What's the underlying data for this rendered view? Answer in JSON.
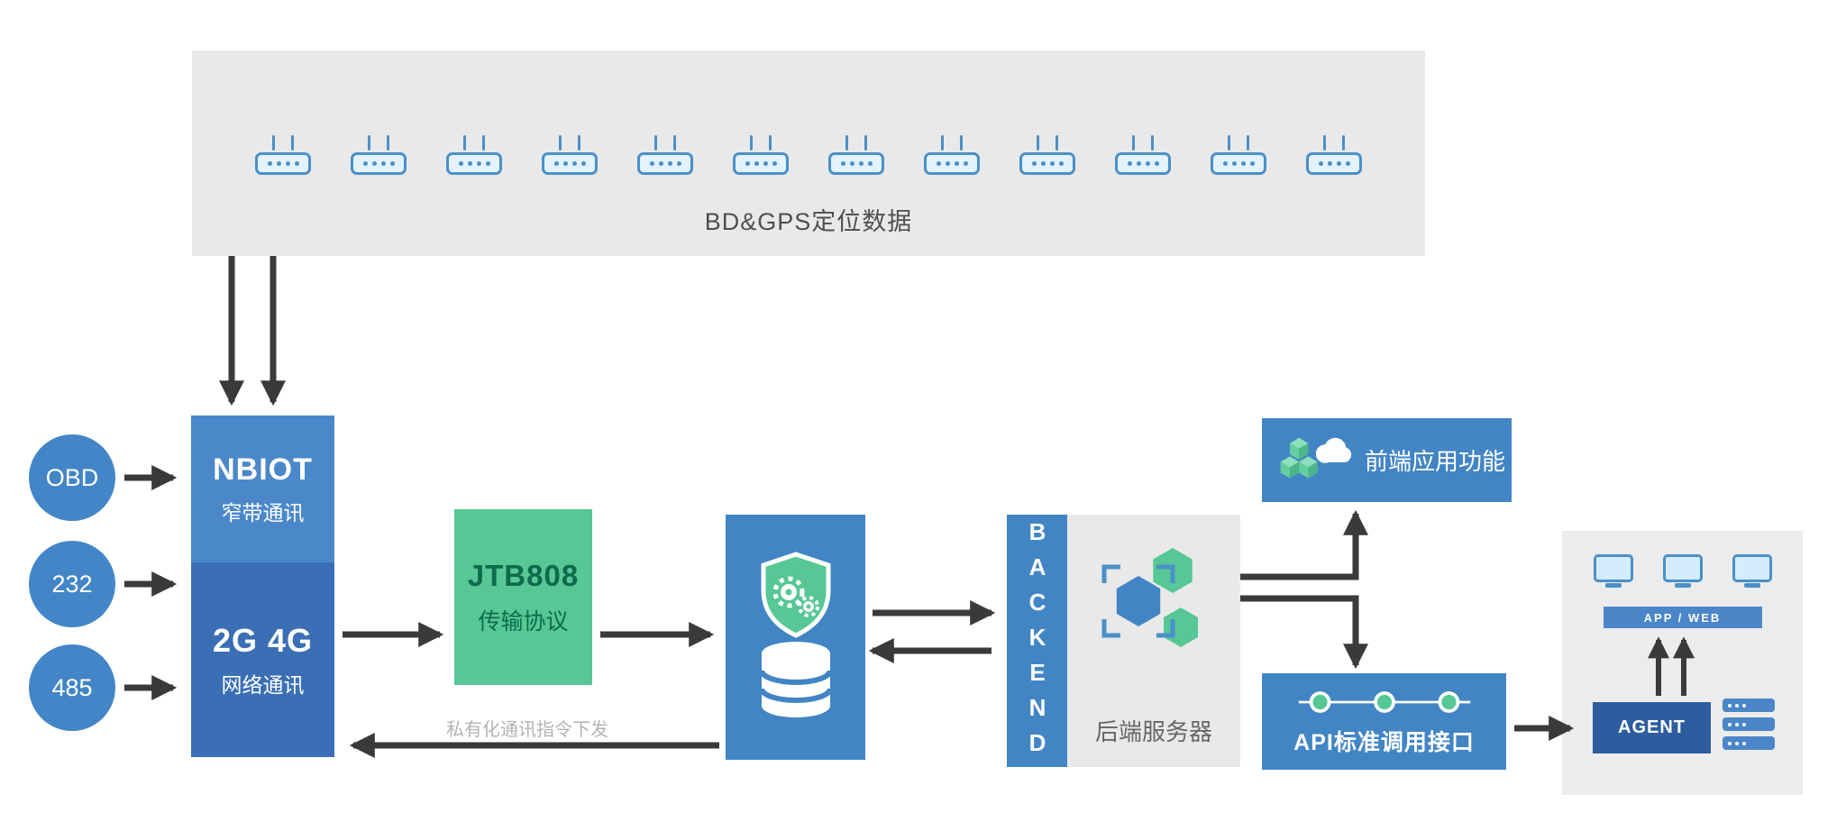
{
  "colors": {
    "primary_blue": "#4285c5",
    "nbiot_blue": "#4b88ca",
    "cellular_blue": "#3a6fb5",
    "dark_blue": "#2d5d9f",
    "outline_blue": "#4a90c9",
    "green": "#56c795",
    "green_text": "#0d6b4b",
    "band_gray": "#e9e9e9",
    "panel_gray": "#ececec",
    "arrow_gray": "#3a3a3a",
    "muted_text": "#b3b3b3"
  },
  "device_band": {
    "label": "BD&GPS定位数据",
    "device_count": 12,
    "icon": "gps-terminal-icon"
  },
  "ports": [
    {
      "label": "OBD"
    },
    {
      "label": "232"
    },
    {
      "label": "485"
    }
  ],
  "comm_module": {
    "nbiot_title": "NBIOT",
    "nbiot_subtitle": "窄带通讯",
    "cellular_title": "2G 4G",
    "cellular_subtitle": "网络通讯"
  },
  "protocol_box": {
    "title": "JTB808",
    "subtitle": "传输协议"
  },
  "downlink_label": "私有化通讯指令下发",
  "gateway": {
    "icon": "shield-database-icon"
  },
  "backend": {
    "bar_label": "BACKEND",
    "server_label": "后端服务器",
    "icon": "hexagon-cluster-icon"
  },
  "frontend_app": {
    "label": "前端应用功能",
    "icon": "cubes-cloud-icon"
  },
  "api_box": {
    "label": "API标准调用接口",
    "icon": "timeline-nodes-icon"
  },
  "client_panel": {
    "appweb_label": "APP / WEB",
    "agent_label": "AGENT",
    "monitor_count": 3,
    "icons": [
      "monitor-icon",
      "server-stack-icon"
    ]
  }
}
